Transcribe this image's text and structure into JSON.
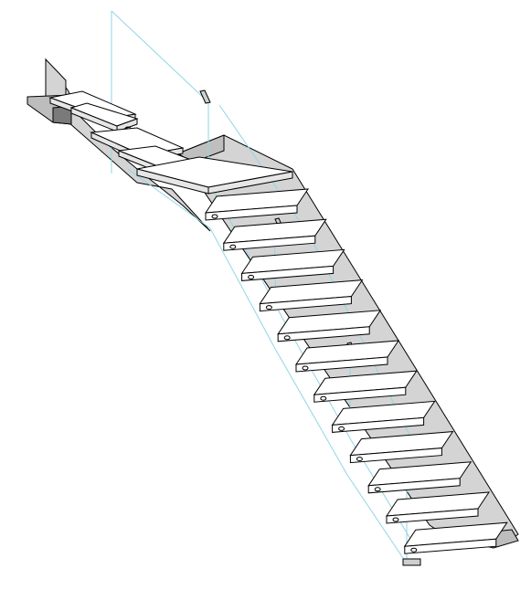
{
  "drawing": {
    "subject": "staircase-3d-view",
    "landing_steps": 4,
    "flight_steps": 12,
    "colors": {
      "background": "#ffffff",
      "wall": "#d4d4d4",
      "wall_dark": "#8a8a8a",
      "tread_face": "#ffffff",
      "tread_edge": "#e6e6e6",
      "outline": "#000000",
      "guide": "#8fd6e6"
    }
  }
}
